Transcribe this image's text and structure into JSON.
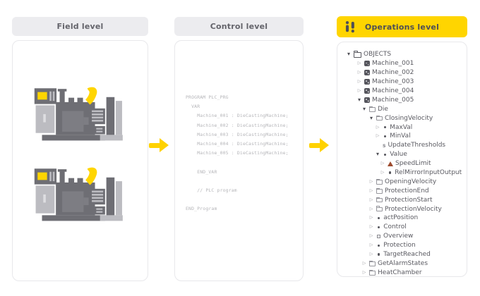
{
  "colors": {
    "accent_yellow": "#ffd500",
    "arrow_yellow": "#ffd200",
    "header_gray_bg": "#ececef",
    "header_text": "#64646b",
    "tree_text": "#5a5a61",
    "code_text": "#b5b5b9",
    "machine_dark": "#6e6e74",
    "machine_light": "#bcbcc1",
    "alarm_red": "#9d4b2e"
  },
  "headers": {
    "field": "Field level",
    "control": "Control level",
    "operations": "Operations level",
    "operations_icon": "pulse-bars-icon"
  },
  "field": {
    "illustrations": [
      "die-casting-machine",
      "die-casting-machine"
    ]
  },
  "control": {
    "code": "PROGRAM PLC_PRG\n  VAR\n    Machine_001 : DieCastingMachine;\n    Machine_002 : DieCastingMachine;\n    Machine_003 : DieCastingMachine;\n    Machine_004 : DieCastingMachine;\n    Machine_005 : DieCastingMachine;\n\n    END_VAR\n\n    // PLC program\n\nEND_Program"
  },
  "operations": {
    "expand_glyphs": {
      "expanded": "▾",
      "collapsed": "▷",
      "none": ""
    },
    "method_glyph": "s",
    "tree": [
      {
        "label": "OBJECTS",
        "level": 0,
        "expand": "expanded",
        "icon": "folder-open-icon"
      },
      {
        "label": "Machine_001",
        "level": 1,
        "expand": "collapsed",
        "icon": "object-cube-icon"
      },
      {
        "label": "Machine_002",
        "level": 1,
        "expand": "collapsed",
        "icon": "object-cube-icon"
      },
      {
        "label": "Machine_003",
        "level": 1,
        "expand": "collapsed",
        "icon": "object-cube-icon"
      },
      {
        "label": "Machine_004",
        "level": 1,
        "expand": "collapsed",
        "icon": "object-cube-icon"
      },
      {
        "label": "Machine_005",
        "level": 1,
        "expand": "expanded",
        "icon": "object-cube-icon"
      },
      {
        "label": "Die",
        "level": 2,
        "expand": "expanded",
        "icon": "folder-icon"
      },
      {
        "label": "ClosingVelocity",
        "level": 3,
        "expand": "expanded",
        "icon": "folder-icon"
      },
      {
        "label": "MaxVal",
        "level": 4,
        "expand": "collapsed",
        "icon": "variable-dot-icon"
      },
      {
        "label": "MinVal",
        "level": 4,
        "expand": "collapsed",
        "icon": "variable-dot-icon"
      },
      {
        "label": "UpdateThresholds",
        "level": 4,
        "expand": "none",
        "icon": "method-s-icon"
      },
      {
        "label": "Value",
        "level": 4,
        "expand": "expanded",
        "icon": "variable-dot-icon"
      },
      {
        "label": "SpeedLimit",
        "level": 5,
        "expand": "collapsed",
        "icon": "alarm-triangle-icon"
      },
      {
        "label": "RelMirrorInputOutput",
        "level": 5,
        "expand": "collapsed",
        "icon": "variable-dot-icon"
      },
      {
        "label": "OpeningVelocity",
        "level": 3,
        "expand": "collapsed",
        "icon": "folder-icon"
      },
      {
        "label": "ProtectionEnd",
        "level": 3,
        "expand": "collapsed",
        "icon": "folder-icon"
      },
      {
        "label": "ProtectionStart",
        "level": 3,
        "expand": "collapsed",
        "icon": "folder-icon"
      },
      {
        "label": "ProtectionVelocity",
        "level": 3,
        "expand": "collapsed",
        "icon": "folder-icon"
      },
      {
        "label": "actPosition",
        "level": 3,
        "expand": "collapsed",
        "icon": "variable-dot-icon"
      },
      {
        "label": "Control",
        "level": 3,
        "expand": "collapsed",
        "icon": "variable-dot-icon"
      },
      {
        "label": "Overview",
        "level": 3,
        "expand": "collapsed",
        "icon": "square-icon"
      },
      {
        "label": "Protection",
        "level": 3,
        "expand": "collapsed",
        "icon": "variable-dot-icon"
      },
      {
        "label": "TargetReached",
        "level": 3,
        "expand": "collapsed",
        "icon": "variable-dot-icon"
      },
      {
        "label": "GetAlarmStates",
        "level": 2,
        "expand": "collapsed",
        "icon": "folder-icon"
      },
      {
        "label": "HeatChamber",
        "level": 2,
        "expand": "collapsed",
        "icon": "folder-icon"
      }
    ]
  }
}
